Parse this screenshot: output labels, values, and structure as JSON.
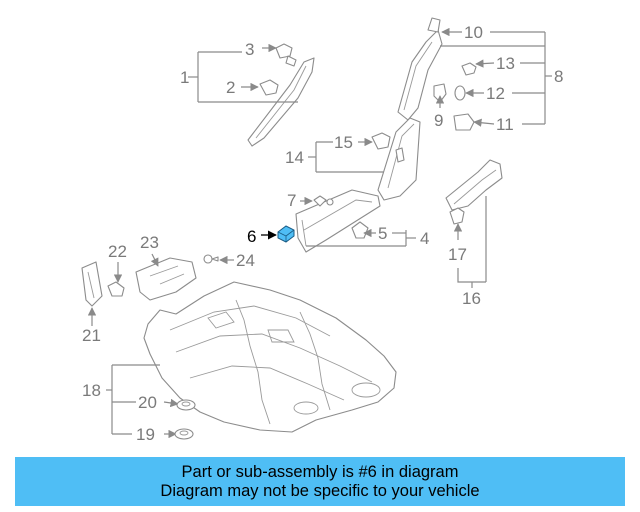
{
  "diagram": {
    "highlight_color": "#4fbef5",
    "callouts": [
      "1",
      "2",
      "3",
      "4",
      "5",
      "6",
      "7",
      "8",
      "9",
      "10",
      "11",
      "12",
      "13",
      "14",
      "15",
      "16",
      "17",
      "18",
      "19",
      "20",
      "21",
      "22",
      "23",
      "24"
    ],
    "highlighted_part": "6"
  },
  "banner": {
    "line1": "Part or sub-assembly is #6 in diagram",
    "line2": "Diagram may not be specific to your vehicle",
    "background": "#4fbef5"
  }
}
